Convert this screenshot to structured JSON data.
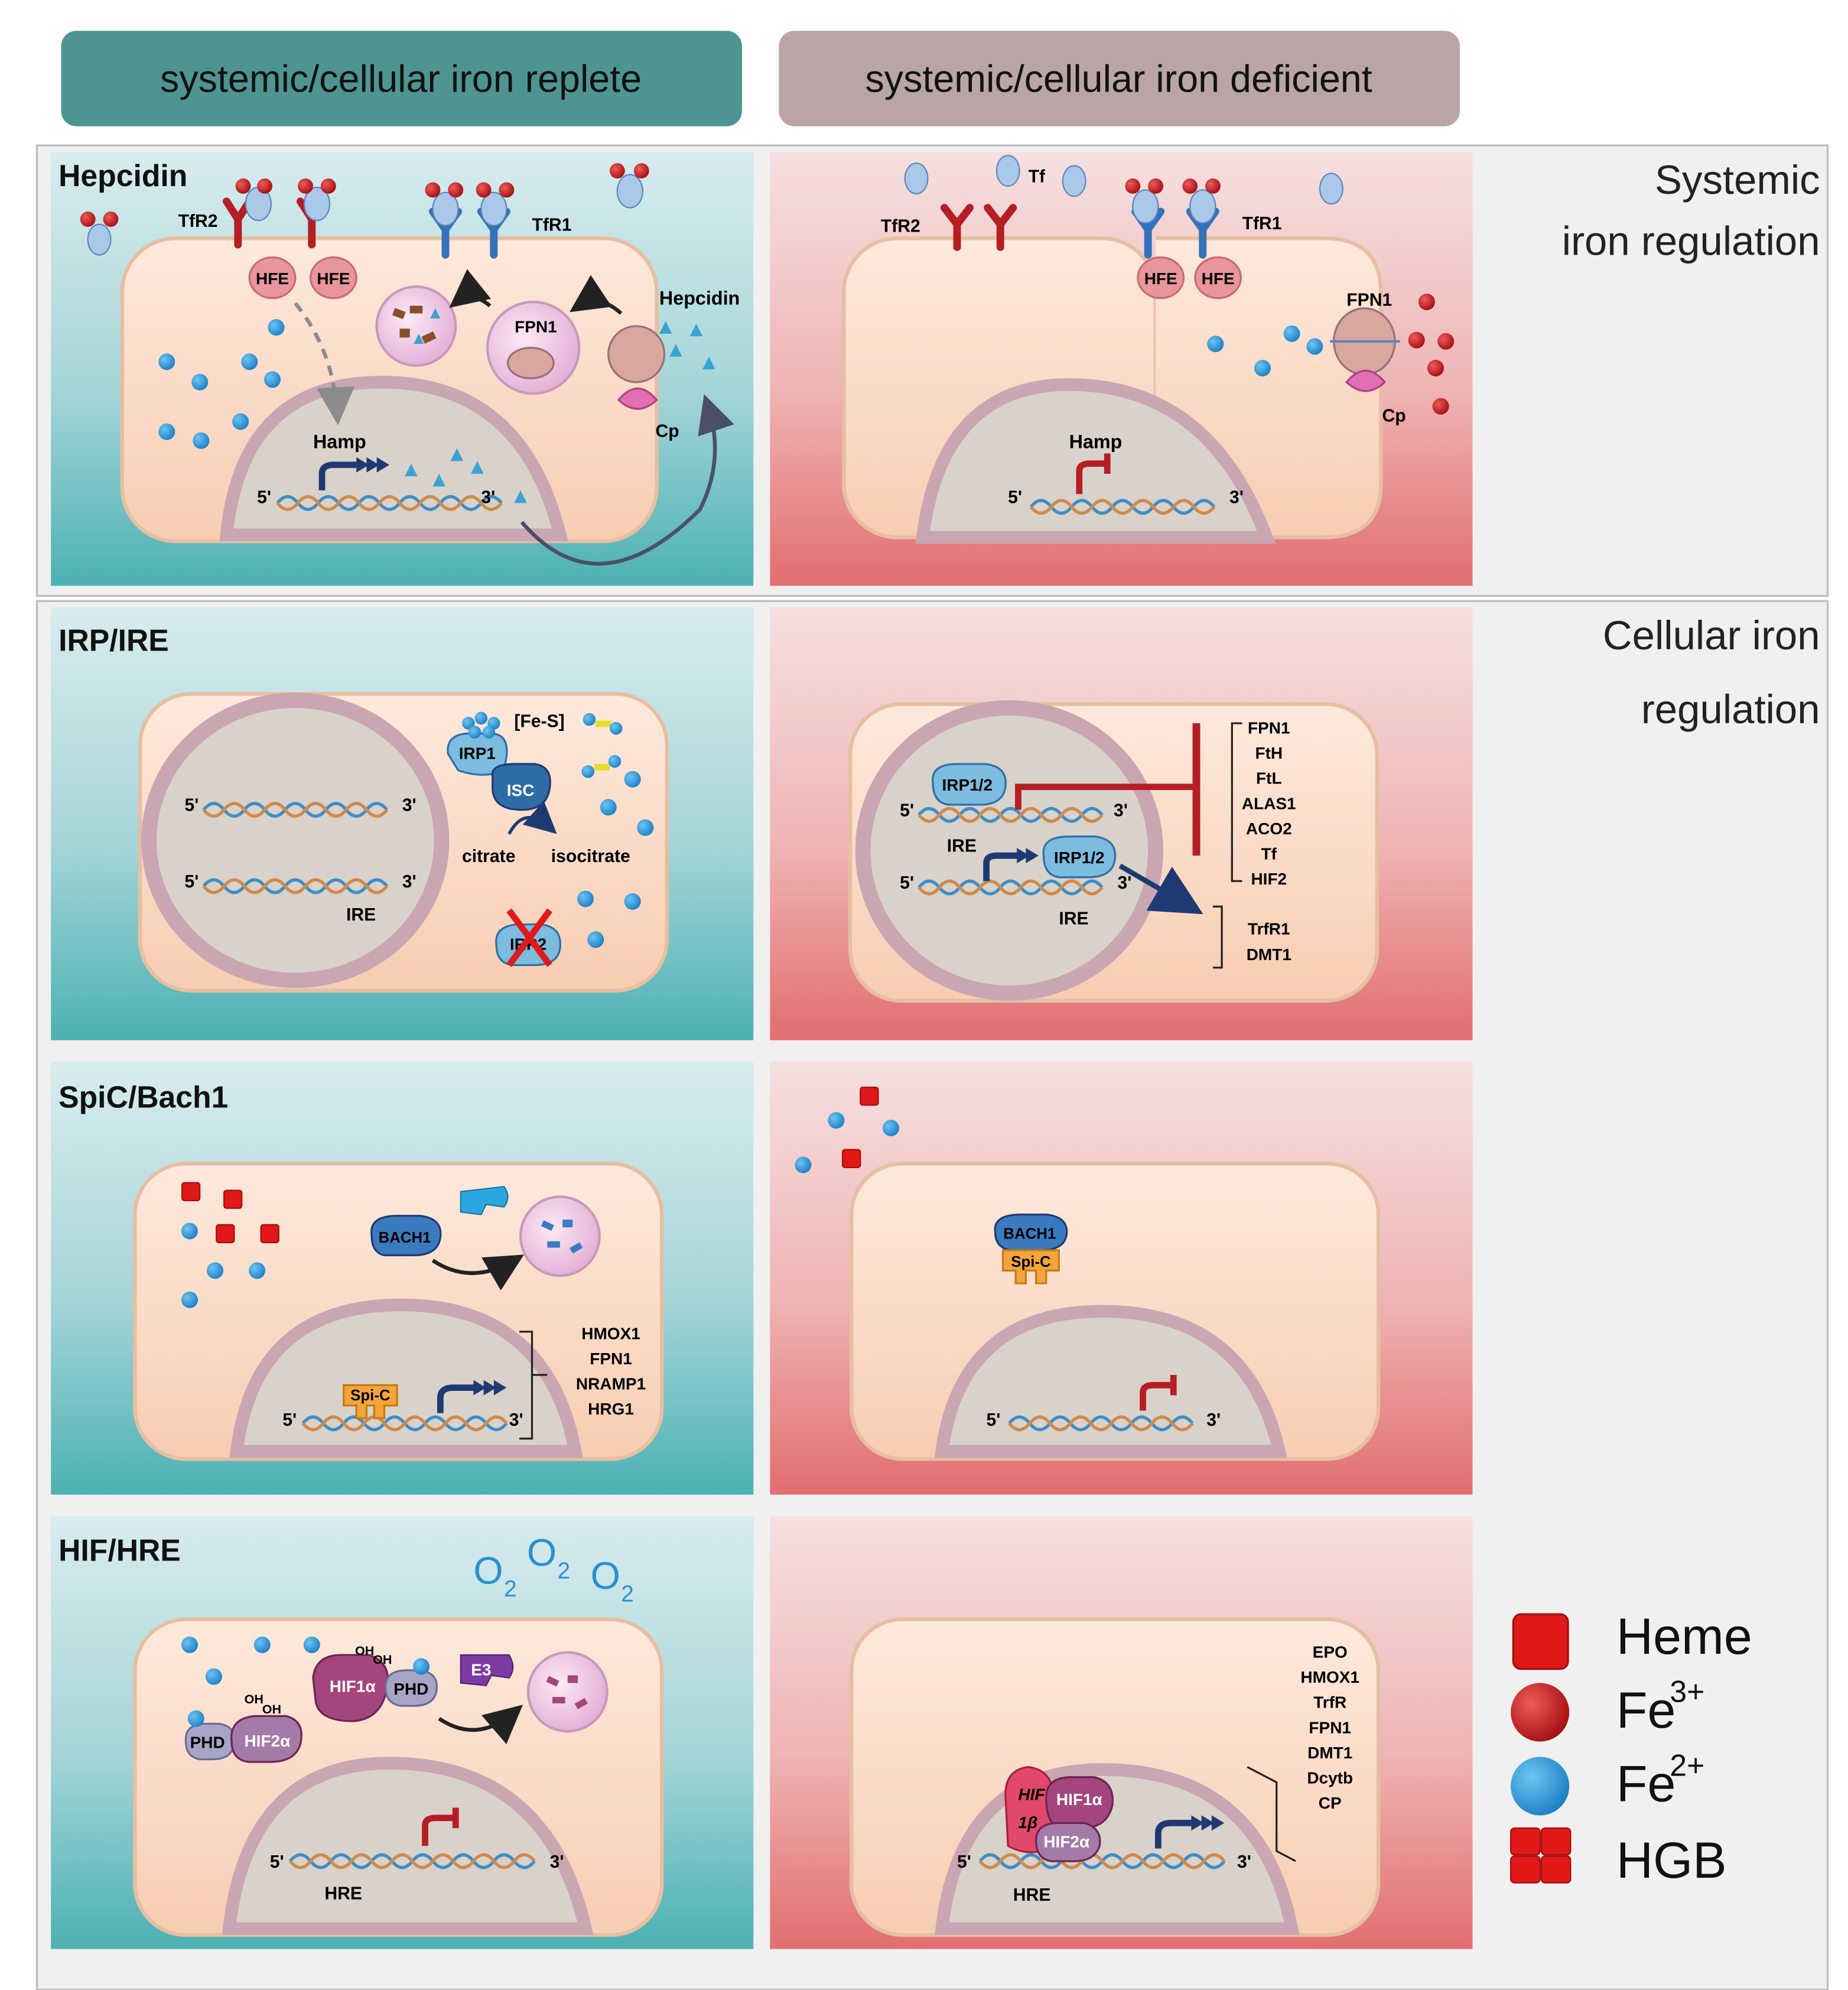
{
  "header": {
    "replete": "systemic/cellular iron replete",
    "deficient": "systemic/cellular iron deficient"
  },
  "row_labels": {
    "systemic_1": "Systemic",
    "systemic_2": "iron regulation",
    "cellular_1": "Cellular iron",
    "cellular_2": "regulation"
  },
  "panel_titles": {
    "hepcidin": "Hepcidin",
    "irp_ire": "IRP/IRE",
    "spic_bach1": "SpiC/Bach1",
    "hif_hre": "HIF/HRE"
  },
  "labels": {
    "tfr1": "TfR1",
    "tfr2": "TfR2",
    "tf": "Tf",
    "hfe": "HFE",
    "fpn1": "FPN1",
    "hepcidin": "Hepcidin",
    "cp": "Cp",
    "hamp": "Hamp",
    "five_prime": "5'",
    "three_prime": "3'",
    "irp1": "IRP1",
    "irp2": "IRP2",
    "irp12": "IRP1/2",
    "fes": "[Fe-S]",
    "isc": "ISC",
    "citrate": "citrate",
    "isocitrate": "isocitrate",
    "ire": "IRE",
    "bach1": "BACH1",
    "spic": "Spi-C",
    "phd": "PHD",
    "hif1a": "HIF1α",
    "hif2a": "HIF2α",
    "hif1b_a": "HIF",
    "hif1b_b": "1β",
    "oh": "OH",
    "e3": "E3",
    "hre": "HRE",
    "o2": "O",
    "o2_sub": "2"
  },
  "gene_lists": {
    "irp_repressed": [
      "FPN1",
      "FtH",
      "FtL",
      "ALAS1",
      "ACO2",
      "Tf",
      "HIF2"
    ],
    "irp_stabilized": [
      "TrfR1",
      "DMT1"
    ],
    "bach1_targets": [
      "HMOX1",
      "FPN1",
      "NRAMP1",
      "HRG1"
    ],
    "hif_targets": [
      "EPO",
      "HMOX1",
      "TrfR",
      "FPN1",
      "DMT1",
      "Dcytb",
      "CP"
    ]
  },
  "legend": {
    "heme": "Heme",
    "fe3_base": "Fe",
    "fe3_sup": "3+",
    "fe2_base": "Fe",
    "fe2_sup": "2+",
    "hgb": "HGB"
  },
  "colors": {
    "replete_header": "#4e9591",
    "deficient_header": "#b9a5a5",
    "fe3": "#c41f1f",
    "fe2": "#2a8fd2",
    "heme": "#e01818",
    "dark_red": "#b51e24",
    "dark_blue": "#1f3a73",
    "receptor_blue": "#3472ba"
  }
}
